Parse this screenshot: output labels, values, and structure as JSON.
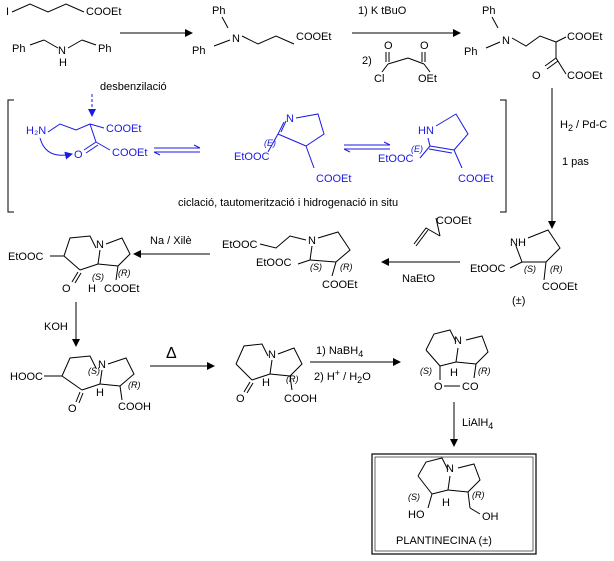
{
  "reagents": {
    "r1": "1) K tBuO",
    "r2_num": "2)",
    "h2": "H",
    "h2_sub": "2",
    "h2_rest": " / Pd-C",
    "pas": "1 pas",
    "acrylate_ester": "COOEt",
    "naeto": "NaEtO",
    "na_xile": "Na / Xilè",
    "koh": "KOH",
    "delta": "Δ",
    "nabh4_a": "1) NaBH",
    "nabh4_sub": "4",
    "h_plus_a": "2) H",
    "h_plus_sup": "+",
    "h_plus_b": " / H",
    "h2o_sub": "2",
    "h2o_o": "O",
    "lialh4_a": "LiAlH",
    "lialh4_sub": "4"
  },
  "atoms": {
    "I": "I",
    "COOEt": "COOEt",
    "EtOOC": "EtOOC",
    "HOOC": "HOOC",
    "COOH": "COOH",
    "Ph": "Ph",
    "N": "N",
    "H": "H",
    "HN": "HN",
    "NH": "NH",
    "O": "O",
    "Cl": "Cl",
    "OEt": "OEt",
    "H2N": "H₂N",
    "HO": "HO",
    "OH": "OH",
    "CO": "CO",
    "S": "(S)",
    "R": "(R)",
    "E": "(E)",
    "pm": "(±)"
  },
  "labels": {
    "desbenzilacio": "desbenzilació",
    "ciclacio": "ciclació, tautomerització i hidrogenació in situ",
    "product": "PLANTINECINA (±)"
  }
}
